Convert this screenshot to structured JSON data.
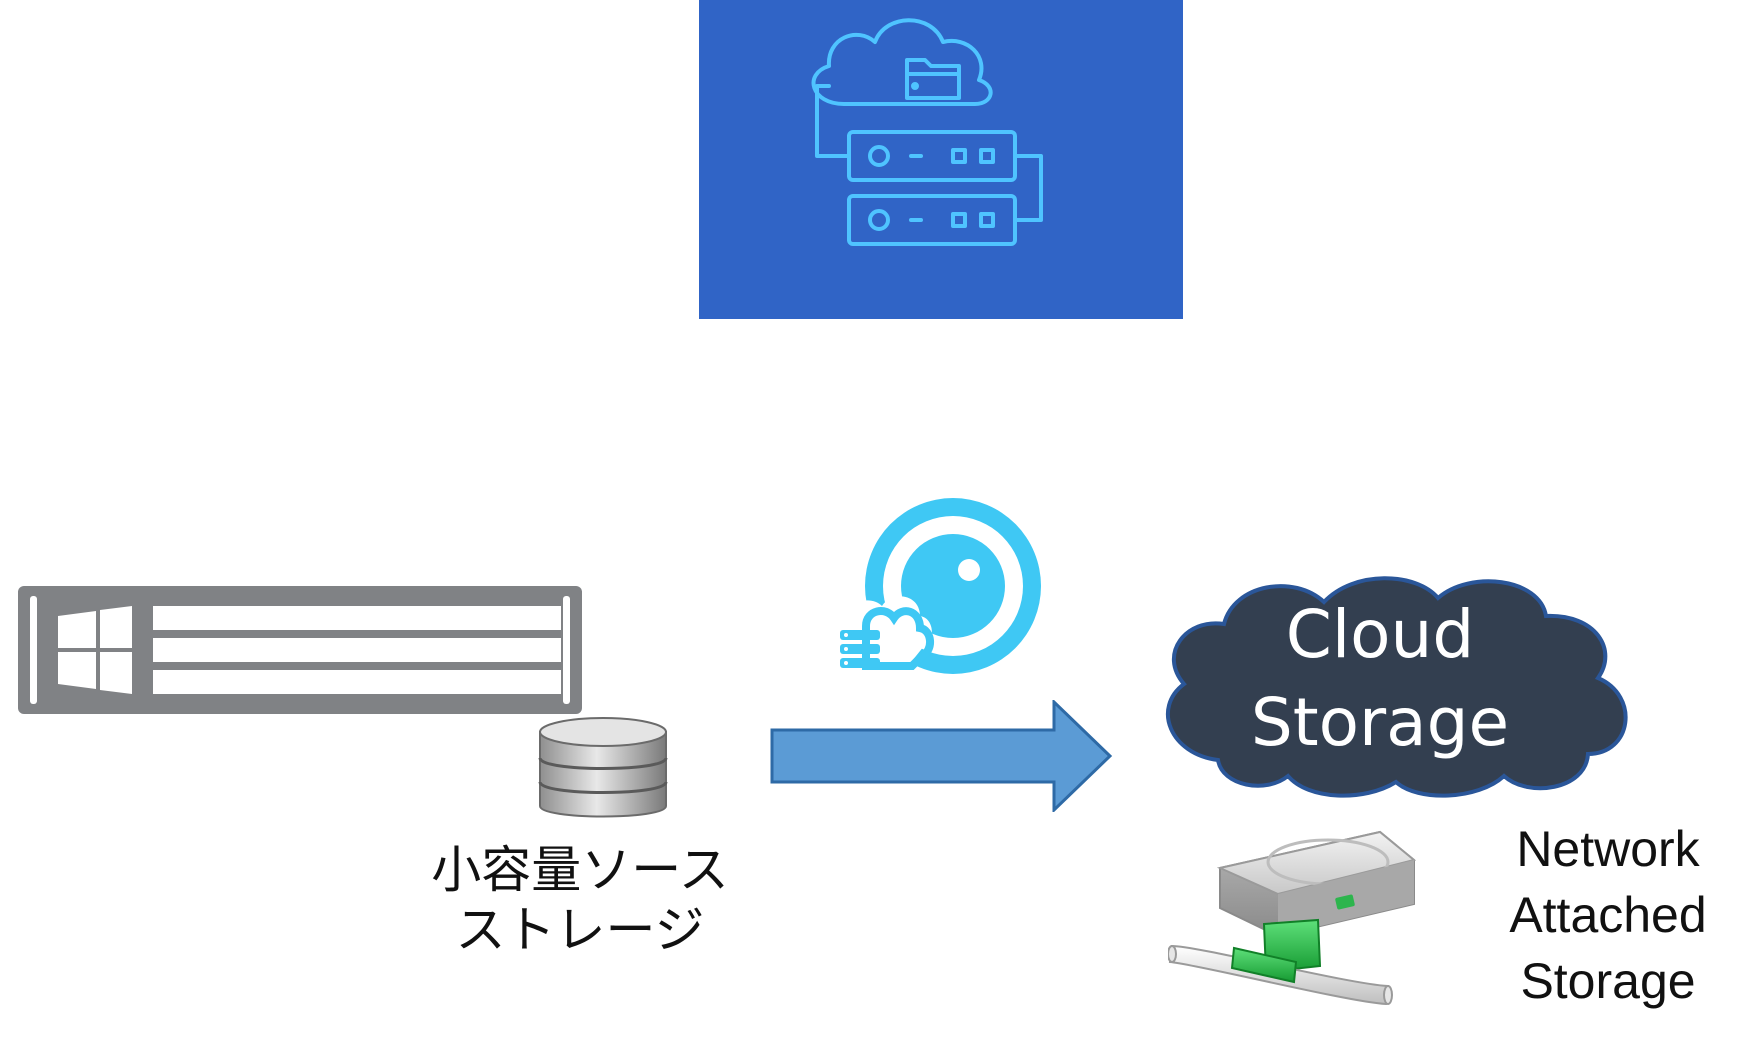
{
  "source_storage": {
    "line1": "小容量ソース",
    "line2": "ストレージ"
  },
  "cloud_storage": {
    "line1": "Cloud",
    "line2": "Storage"
  },
  "nas": {
    "line1": "Network",
    "line2": "Attached",
    "line3": "Storage"
  },
  "icons": {
    "top": "cloud-server-storage-icon",
    "server": "windows-server-icon",
    "database": "database-icon",
    "arrow": "right-arrow",
    "backup": "backup-software-logo",
    "cloud": "cloud-shape",
    "nas": "network-drive-icon"
  },
  "colors": {
    "tile_bg": "#3064c6",
    "tile_line": "#4fc4ff",
    "arrow_fill": "#5b9bd5",
    "arrow_stroke": "#2e6aa6",
    "cloud_fill": "#333f50",
    "cloud_stroke": "#2a5699",
    "logo_blue": "#3fc8f4"
  }
}
